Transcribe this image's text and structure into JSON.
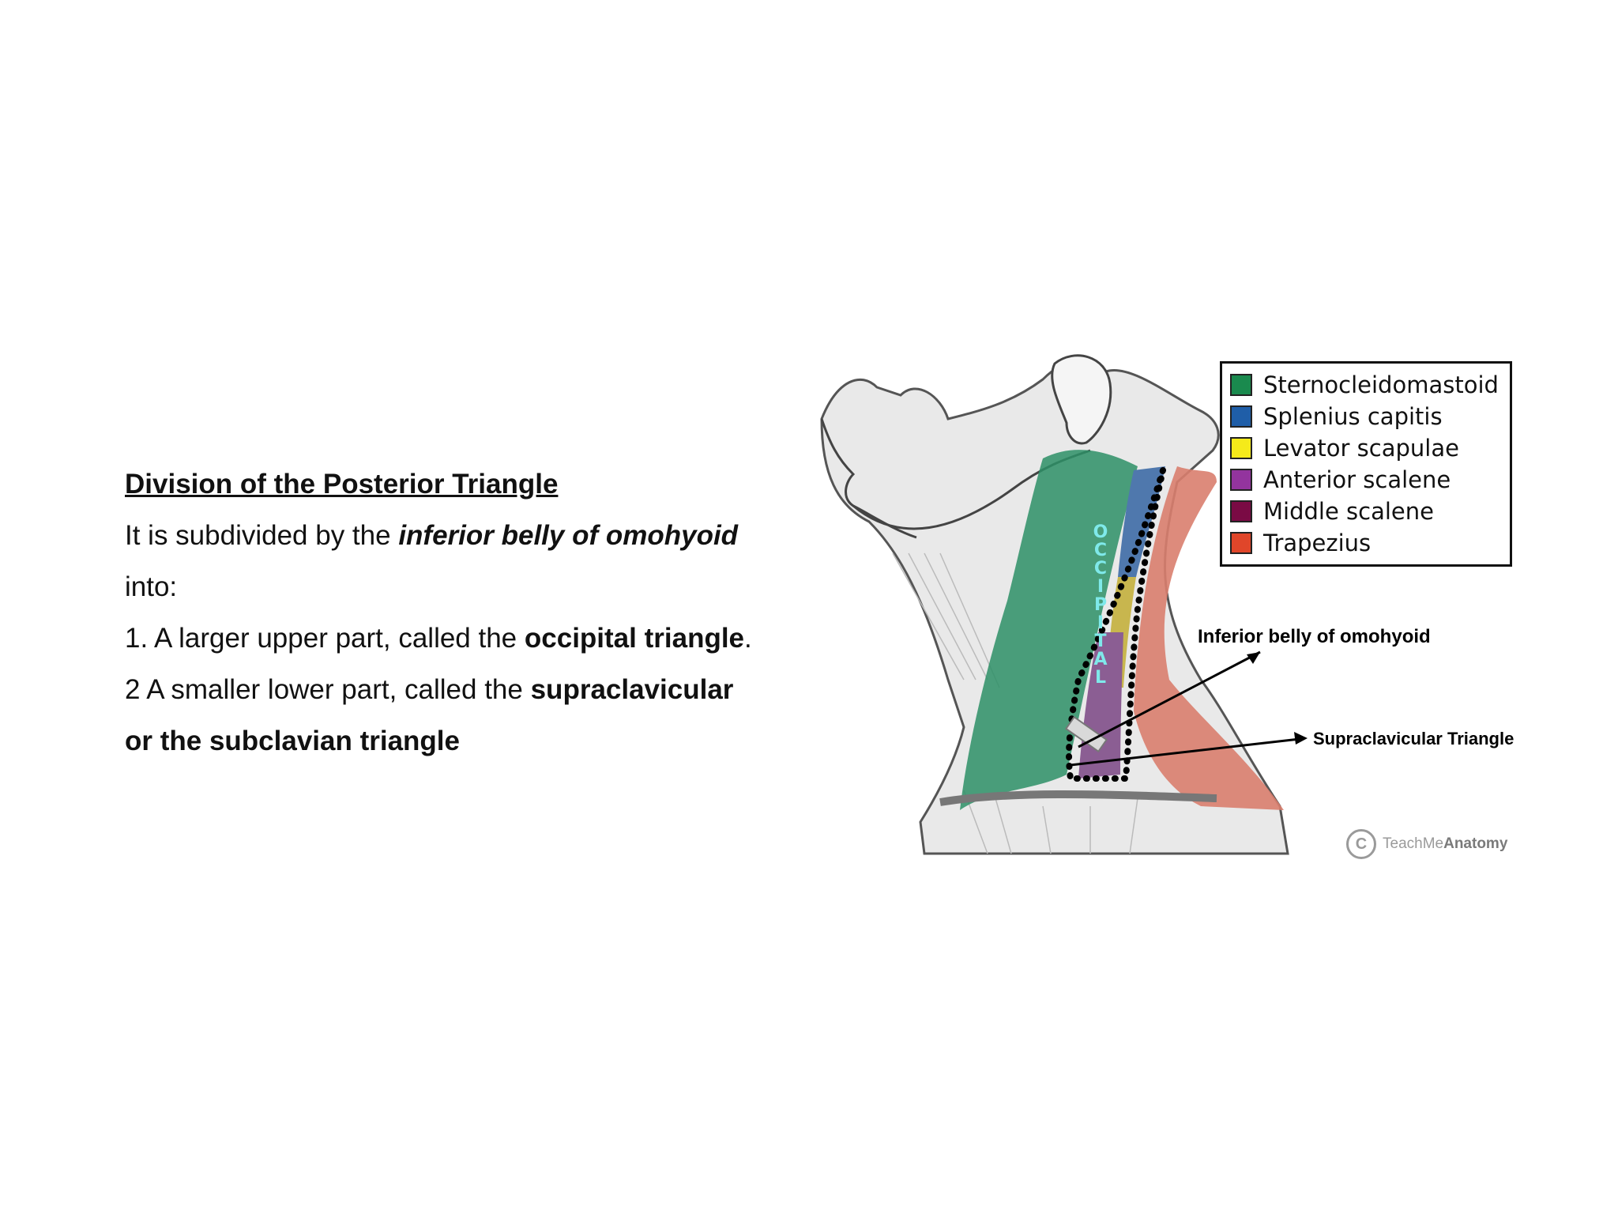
{
  "slide": {
    "heading": "Division of the Posterior Triangle",
    "line1_prefix": "It is subdivided by the ",
    "line1_emph": "inferior belly of omohyoid",
    "line2": "into:",
    "item1_prefix": "1. A larger upper part, called the ",
    "item1_emph": "occipital triangle",
    "item1_suffix": ".",
    "item2_prefix": "2 A smaller lower part, called the ",
    "item2_emph1": "supraclavicular",
    "item2_emph2": "or the subclavian triangle"
  },
  "figure": {
    "legend": [
      {
        "label": "Sternocleidomastoid",
        "color": "#1a8a4e"
      },
      {
        "label": "Splenius capitis",
        "color": "#1f5ea8"
      },
      {
        "label": "Levator scapulae",
        "color": "#f5ea1a"
      },
      {
        "label": "Anterior scalene",
        "color": "#93349e"
      },
      {
        "label": "Middle scalene",
        "color": "#7a0a44"
      },
      {
        "label": "Trapezius",
        "color": "#e0462a"
      }
    ],
    "vertical_label": [
      "O",
      "C",
      "C",
      "I",
      "P",
      "I",
      "T",
      "A",
      "L"
    ],
    "callout_omohyoid": "Inferior belly of omohyoid",
    "callout_supraclavicular": "Supraclavicular Triangle",
    "credit_teach": "TeachMe",
    "credit_anatomy": "Anatomy",
    "credit_symbol": "C"
  }
}
